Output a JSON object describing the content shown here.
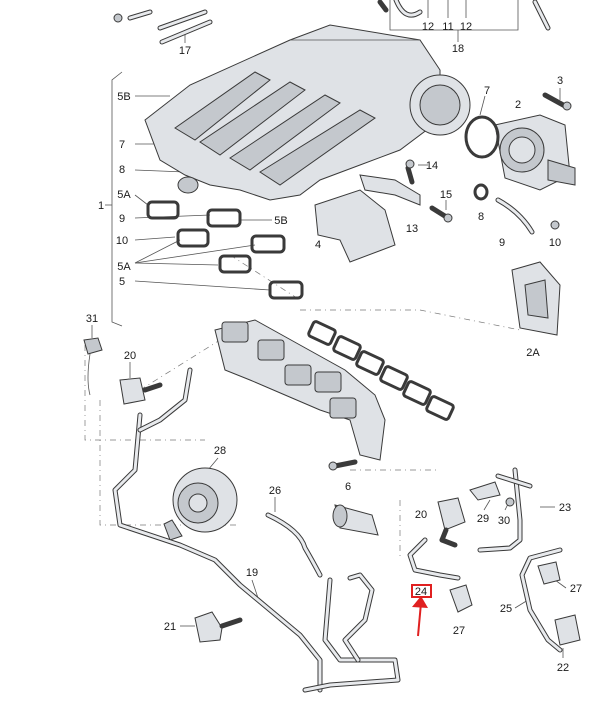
{
  "diagram": {
    "labels": [
      {
        "id": "12a",
        "text": "12"
      },
      {
        "id": "11",
        "text": "11"
      },
      {
        "id": "12b",
        "text": "12"
      },
      {
        "id": "18",
        "text": "18"
      },
      {
        "id": "17",
        "text": "17"
      },
      {
        "id": "3",
        "text": "3"
      },
      {
        "id": "7a",
        "text": "7"
      },
      {
        "id": "2",
        "text": "2"
      },
      {
        "id": "5B-left",
        "text": "5B"
      },
      {
        "id": "7b",
        "text": "7"
      },
      {
        "id": "8a",
        "text": "8"
      },
      {
        "id": "5A-a",
        "text": "5A"
      },
      {
        "id": "1",
        "text": "1"
      },
      {
        "id": "9a",
        "text": "9"
      },
      {
        "id": "10a",
        "text": "10"
      },
      {
        "id": "5A-b",
        "text": "5A"
      },
      {
        "id": "5a",
        "text": "5"
      },
      {
        "id": "5B-mid",
        "text": "5B"
      },
      {
        "id": "14",
        "text": "14"
      },
      {
        "id": "15",
        "text": "15"
      },
      {
        "id": "4",
        "text": "4"
      },
      {
        "id": "13",
        "text": "13"
      },
      {
        "id": "8b",
        "text": "8"
      },
      {
        "id": "9b",
        "text": "9"
      },
      {
        "id": "10b",
        "text": "10"
      },
      {
        "id": "2A",
        "text": "2A"
      },
      {
        "id": "31",
        "text": "31"
      },
      {
        "id": "20a",
        "text": "20"
      },
      {
        "id": "28",
        "text": "28"
      },
      {
        "id": "6",
        "text": "6"
      },
      {
        "id": "26",
        "text": "26"
      },
      {
        "id": "20b",
        "text": "20"
      },
      {
        "id": "29",
        "text": "29"
      },
      {
        "id": "30",
        "text": "30"
      },
      {
        "id": "23",
        "text": "23"
      },
      {
        "id": "19",
        "text": "19"
      },
      {
        "id": "24",
        "text": "24"
      },
      {
        "id": "27a",
        "text": "27"
      },
      {
        "id": "27b",
        "text": "27"
      },
      {
        "id": "25",
        "text": "25"
      },
      {
        "id": "21",
        "text": "21"
      },
      {
        "id": "22",
        "text": "22"
      }
    ],
    "highlight": {
      "target": "24",
      "color": "#e02020"
    },
    "colors": {
      "part_fill": "#dfe2e6",
      "outline": "#3a3a3a",
      "highlight": "#e02020"
    }
  }
}
